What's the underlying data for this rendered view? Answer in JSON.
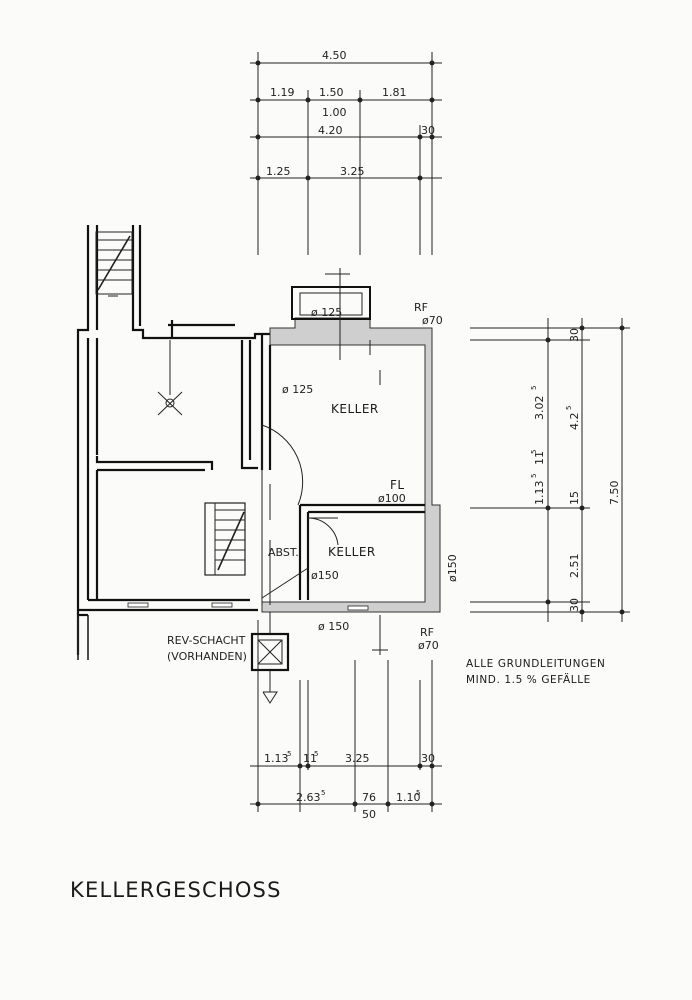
{
  "title": "KELLERGESCHOSS",
  "top_dims": {
    "row1": "4.50",
    "row2": [
      "1.19",
      "1.50",
      "1.81"
    ],
    "row2b": "1.00",
    "row3": [
      "4.20",
      "30"
    ],
    "row4": [
      "1.25",
      "3.25"
    ]
  },
  "right_dims": {
    "a": [
      "30",
      "3.02",
      "5"
    ],
    "b": [
      "1.13",
      "5",
      "11",
      "5"
    ],
    "c": [
      "2.51",
      "30"
    ],
    "d": [
      "4.2",
      "5"
    ],
    "total": "7.50"
  },
  "bottom_dims": {
    "row1": [
      "1.13",
      "5",
      "11",
      "5",
      "3.25",
      "30"
    ],
    "row2": [
      "2.63",
      "5",
      "76",
      "1.10",
      "5",
      "50"
    ]
  },
  "rooms": {
    "keller1": "KELLER",
    "keller2": "KELLER",
    "abst": "ABST."
  },
  "pipes": {
    "p125a": "ø 125",
    "p125b": "ø 125",
    "rf70a": "ø70",
    "rf_a": "RF",
    "fl": "FL",
    "p100": "ø100",
    "p150a": "ø150",
    "p150b": "ø150",
    "p150c": "ø 150",
    "rf_b": "RF",
    "rf70b": "ø70"
  },
  "shaft": {
    "line1": "REV-SCHACHT",
    "line2": "(VORHANDEN)"
  },
  "note": {
    "line1": "ALLE GRUNDLEITUNGEN",
    "line2": "MIND. 1.5 % GEFÄLLE"
  }
}
